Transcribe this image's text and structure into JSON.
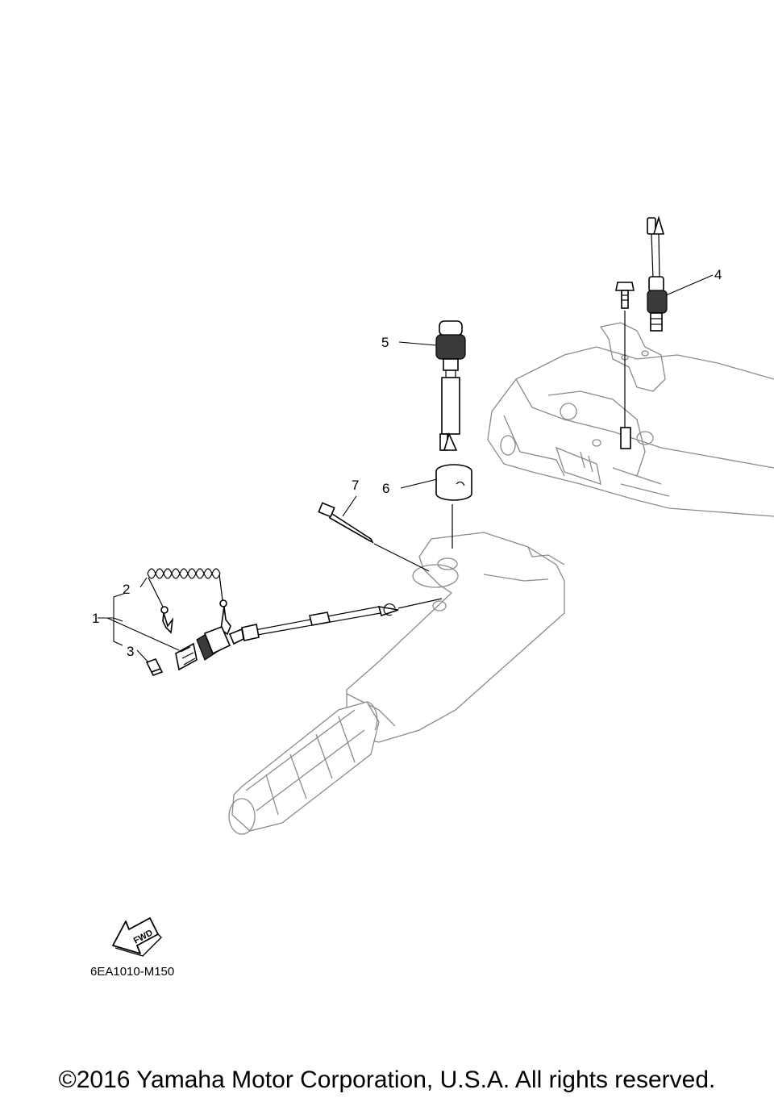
{
  "callouts": [
    {
      "id": "1",
      "label": "1"
    },
    {
      "id": "2",
      "label": "2"
    },
    {
      "id": "3",
      "label": "3"
    },
    {
      "id": "4",
      "label": "4"
    },
    {
      "id": "5",
      "label": "5"
    },
    {
      "id": "6",
      "label": "6"
    },
    {
      "id": "7",
      "label": "7"
    }
  ],
  "fwd_label": "FWD",
  "diagram_code": "6EA1010-M150",
  "copyright": "©2016 Yamaha Motor Corporation, U.S.A. All rights reserved."
}
